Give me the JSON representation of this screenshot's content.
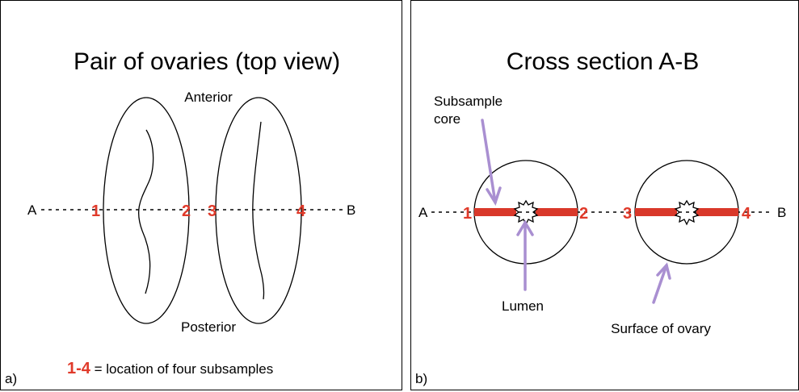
{
  "panel_a": {
    "title": "Pair of ovaries (top view)",
    "anterior": "Anterior",
    "posterior": "Posterior",
    "label_a": "A",
    "label_b": "B",
    "n1": "1",
    "n2": "2",
    "n3": "3",
    "n4": "4",
    "legend_range": "1-4",
    "legend_text": " = location of four subsamples",
    "panel_letter": "a)"
  },
  "panel_b": {
    "title": "Cross section A-B",
    "subsample_line1": "Subsample",
    "subsample_line2": "core",
    "lumen": "Lumen",
    "surface": "Surface of ovary",
    "label_a": "A",
    "label_b": "B",
    "n1": "1",
    "n2": "2",
    "n3": "3",
    "n4": "4",
    "panel_letter": "b)"
  },
  "colors": {
    "subsample_red": "#e03a2a",
    "arrow_purple": "#a98fd1"
  }
}
